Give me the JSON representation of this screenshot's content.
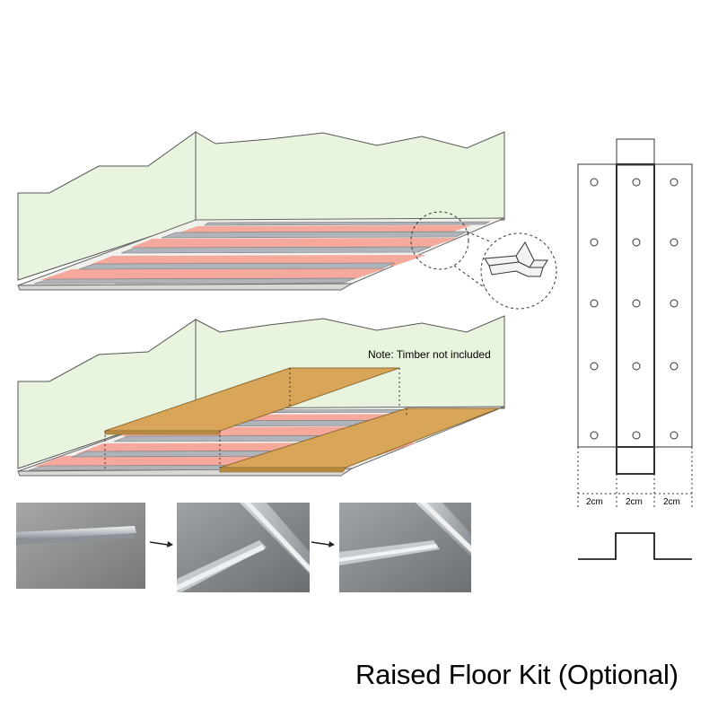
{
  "note": "Note: Timber not included",
  "title": "Raised Floor Kit (Optional)",
  "dimensions": {
    "left": "2cm",
    "middle": "2cm",
    "right": "2cm"
  },
  "colors": {
    "wall": "#e9f4de",
    "rail": "#aeb4ba",
    "heating_film": "#f4a99c",
    "timber": "#d9a558",
    "photo_bg": "#8d8e8e"
  },
  "photos": [
    {
      "name": "single-rail-photo"
    },
    {
      "name": "rails-joined-photo"
    },
    {
      "name": "rails-fitted-photo"
    }
  ]
}
